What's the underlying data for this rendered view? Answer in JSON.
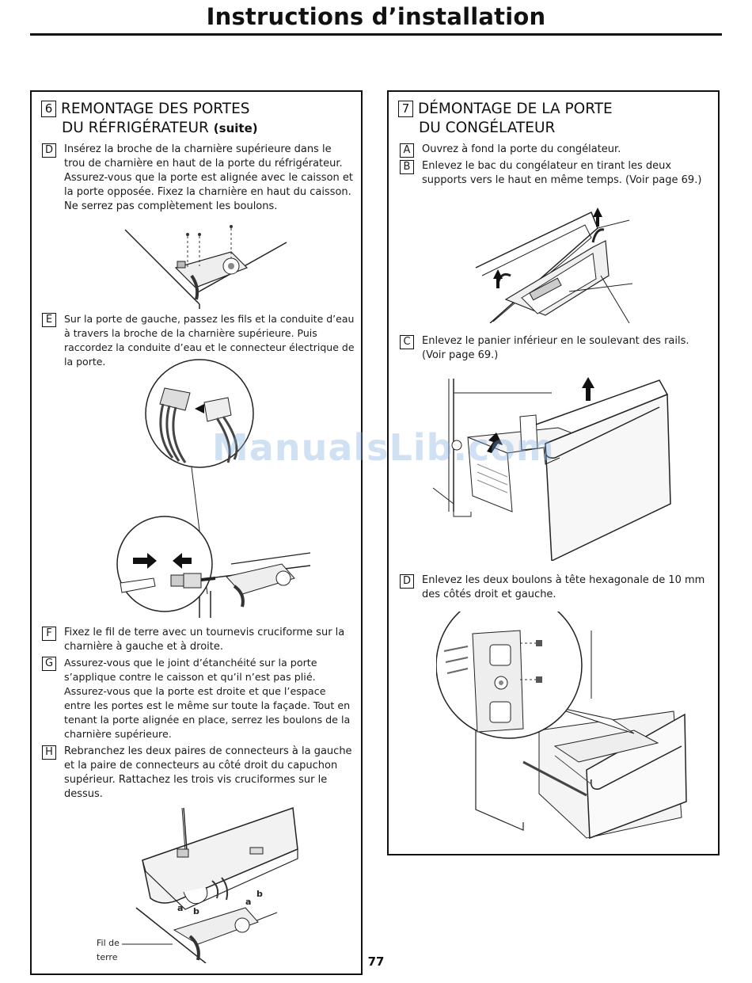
{
  "header": {
    "title": "Instructions d’installation"
  },
  "left": {
    "section_number": "6",
    "heading_line1": "REMONTAGE DES PORTES",
    "heading_line2": "DU RÉFRIGÉRATEUR",
    "heading_suffix": "(suite)",
    "steps": [
      {
        "letter": "D",
        "text": "Insérez la broche de la charnière supérieure dans le trou de charnière en haut de la porte du réfrigérateur. Assurez-vous que la porte est alignée avec le caisson et la porte opposée. Fixez la charnière en haut du caisson. Ne serrez pas complètement les boulons."
      },
      {
        "letter": "E",
        "text": "Sur la porte de gauche, passez les fils et la conduite d’eau à travers la broche de la charnière supérieure. Puis raccordez la conduite d’eau et le connecteur électrique de la porte."
      },
      {
        "letter": "F",
        "text": "Fixez le fil de terre avec un tournevis cruciforme sur la charnière à gauche et à droite."
      },
      {
        "letter": "G",
        "text": "Assurez-vous que le joint d’étanchéité sur la porte s’applique contre le caisson et qu’il n’est pas plié. Assurez-vous que la porte est droite et que l’espace entre les portes est le même sur toute la façade. Tout en tenant la porte alignée en place, serrez les boulons de la charnière supérieure."
      },
      {
        "letter": "H",
        "text": "Rebranchez les deux paires de connecteurs à la gauche et la paire de connecteurs au côté droit du capuchon supérieur. Rattachez les trois vis cruciformes sur le dessus."
      }
    ],
    "figure_labels": {
      "a": "a",
      "b": "b",
      "ground_1": "Fil de",
      "ground_2": "terre"
    }
  },
  "right": {
    "section_number": "7",
    "heading_line1": "DÉMONTAGE DE LA PORTE",
    "heading_line2": "DU CONGÉLATEUR",
    "steps": [
      {
        "letter": "A",
        "text": "Ouvrez à fond la porte du congélateur."
      },
      {
        "letter": "B",
        "text": "Enlevez le bac du congélateur en tirant les deux supports vers le haut en même temps. (Voir page 69.)"
      },
      {
        "letter": "C",
        "text": "Enlevez le panier inférieur en le soulevant des rails. (Voir page 69.)"
      },
      {
        "letter": "D",
        "text": "Enlevez les deux boulons à tête hexagonale de 10 mm des côtés droit et gauche."
      }
    ]
  },
  "footer": {
    "page_number": "77"
  },
  "watermark": "ManualsLib.com"
}
